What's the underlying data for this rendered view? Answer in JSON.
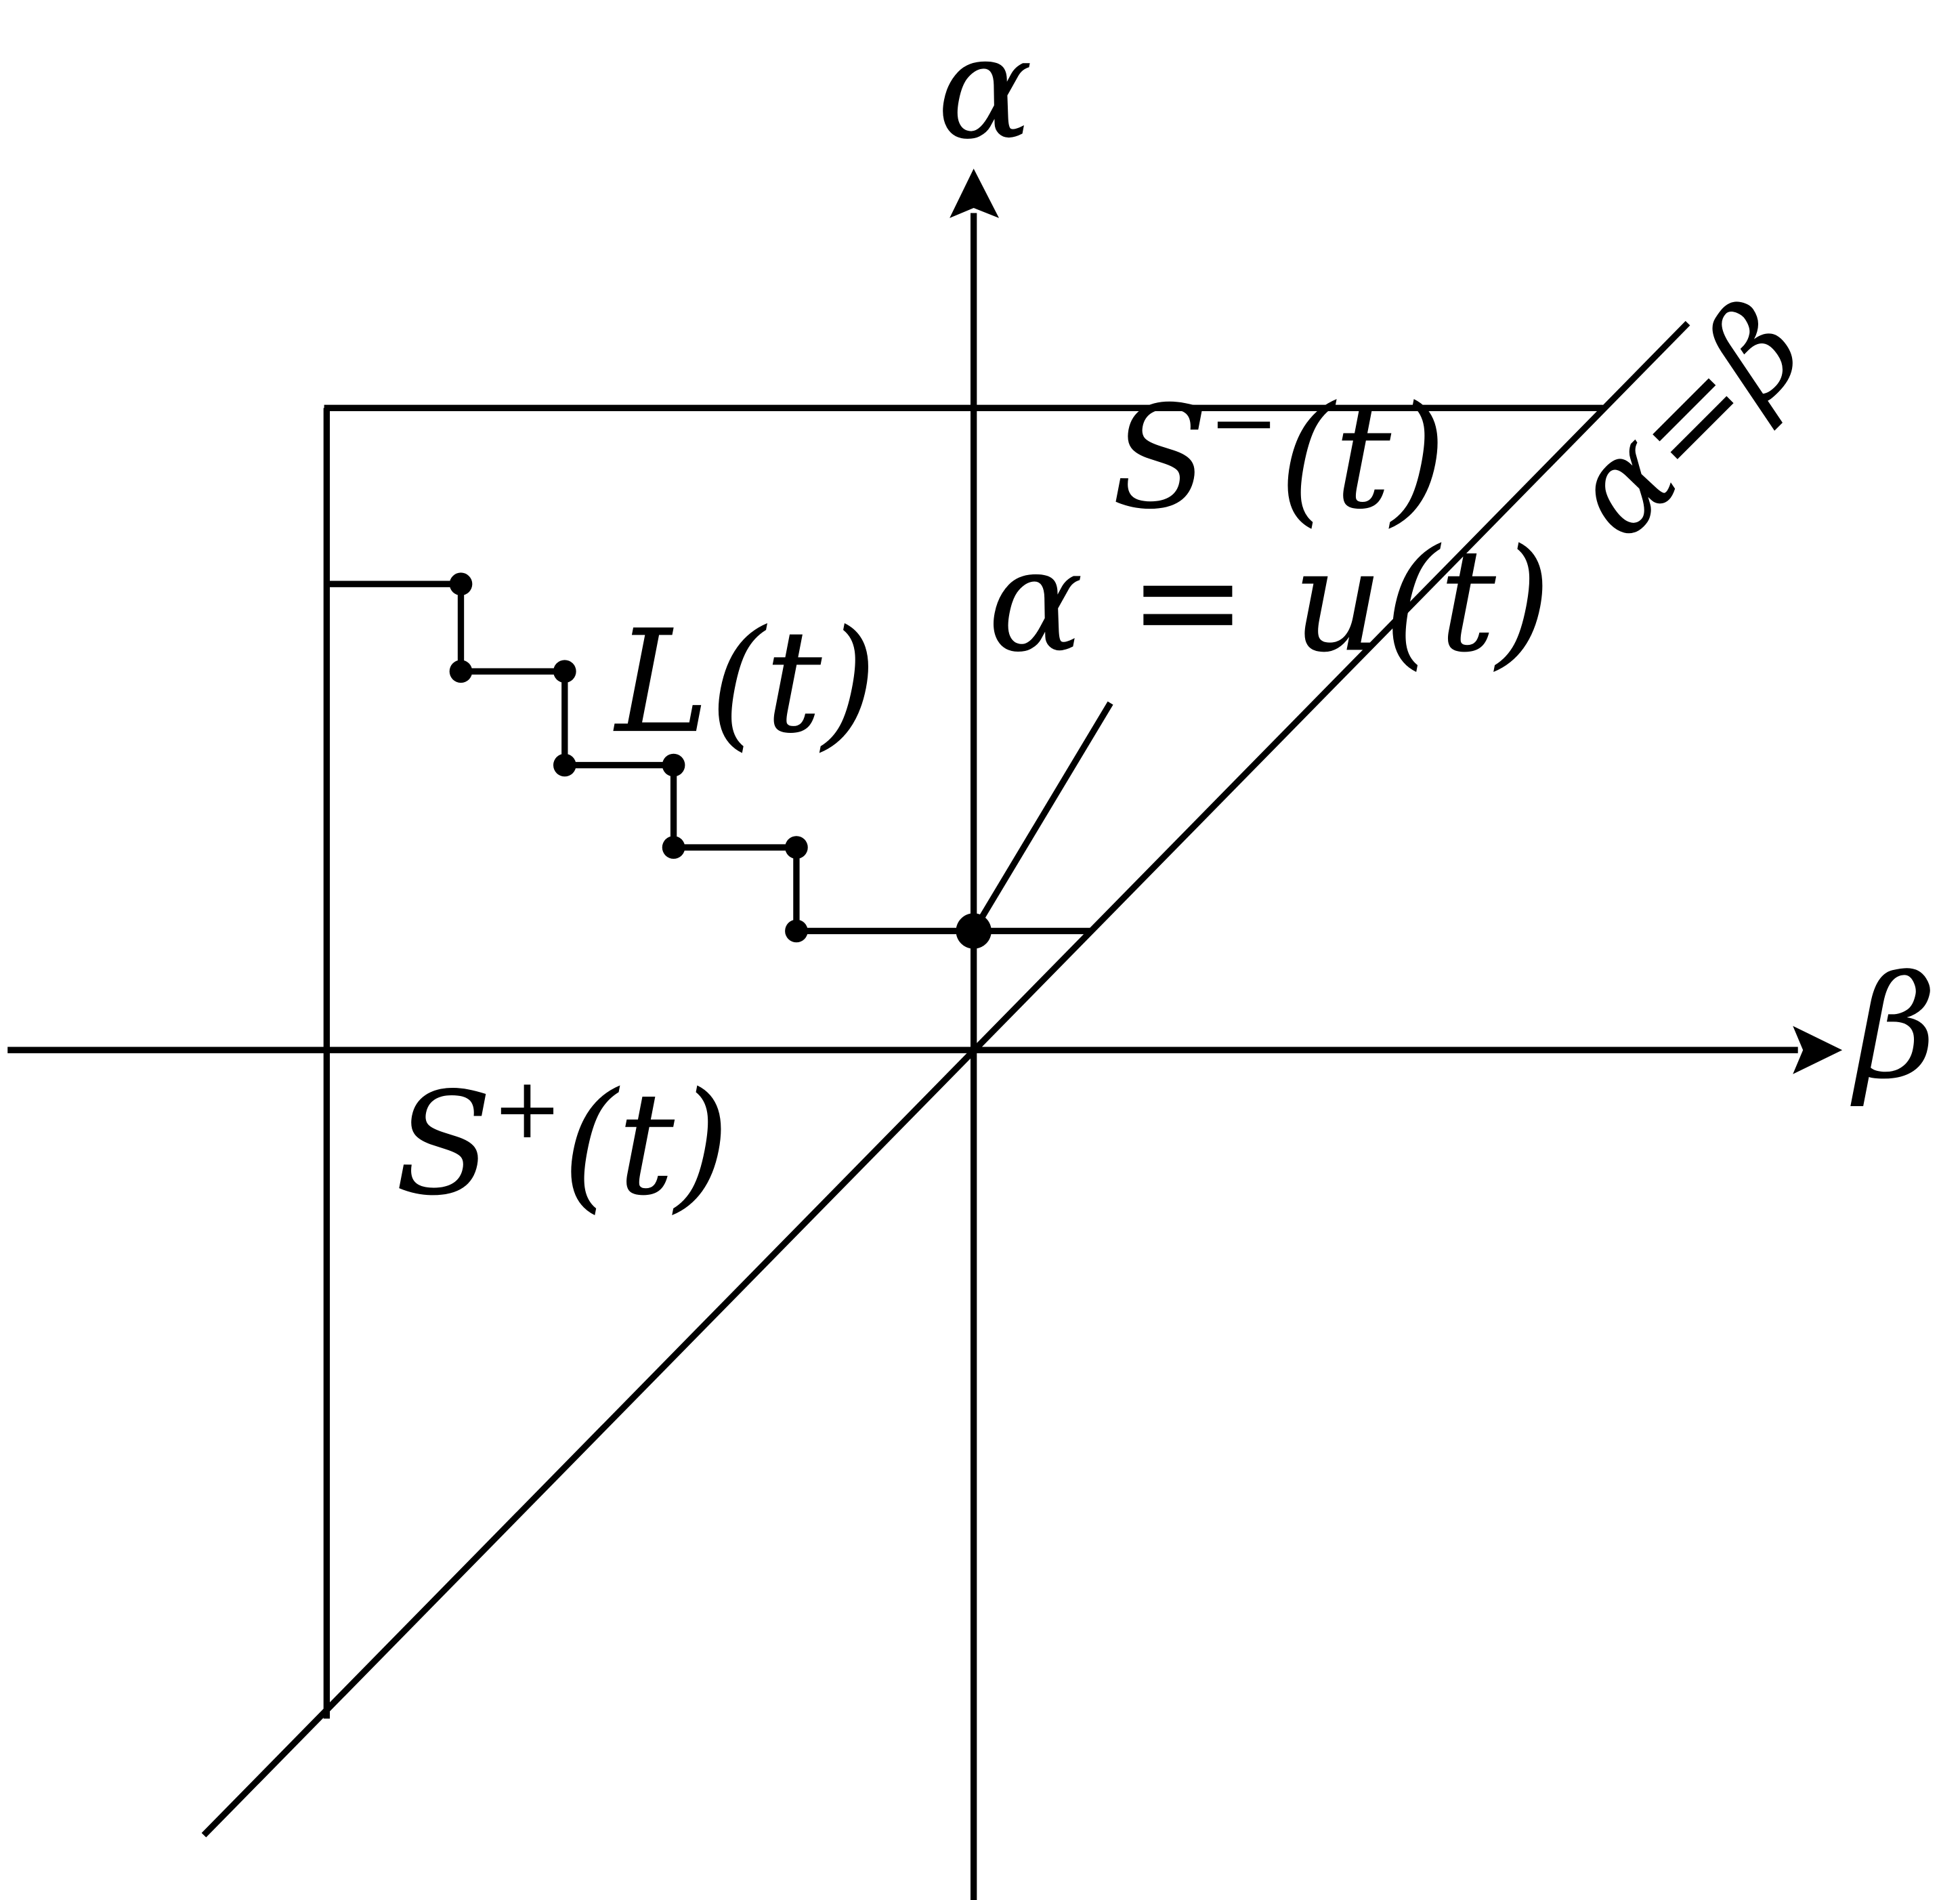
{
  "labels": {
    "axis_vertical": "α",
    "axis_horizontal": "β",
    "diagonal": "α=β",
    "s_minus_base": "S",
    "s_minus_sup": "−",
    "s_minus_arg": "(t)",
    "s_plus_base": "S",
    "s_plus_sup": "+",
    "s_plus_arg": "(t)",
    "alpha_u": "α = u(t)",
    "l_t": "L(t)"
  },
  "colors": {
    "stroke": "#000000",
    "background": "#ffffff"
  }
}
